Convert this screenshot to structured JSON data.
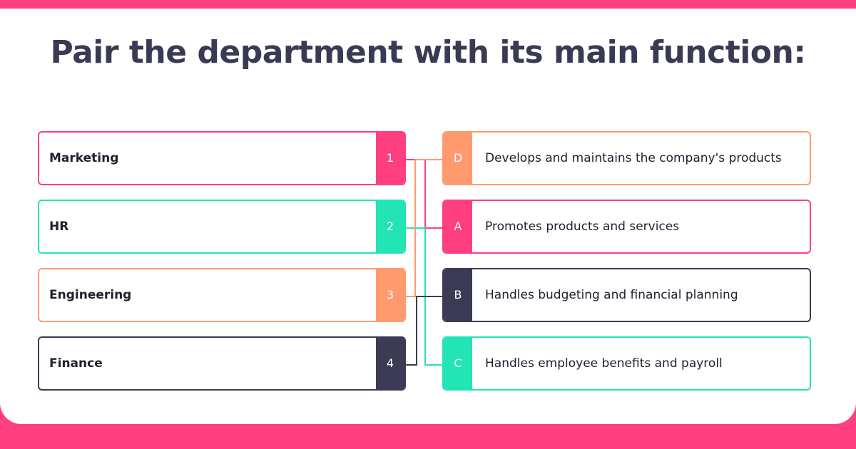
{
  "title": "Pair the department with its main function:",
  "colors": {
    "pink": "#ff3f7f",
    "teal": "#22e4b4",
    "orange": "#ff9a6e",
    "navy": "#3b3b55",
    "footer": "#ff3f7f"
  },
  "left_items": [
    {
      "label": "Marketing",
      "tag": "1",
      "color": "pink"
    },
    {
      "label": "HR",
      "tag": "2",
      "color": "teal"
    },
    {
      "label": "Engineering",
      "tag": "3",
      "color": "orange"
    },
    {
      "label": "Finance",
      "tag": "4",
      "color": "navy"
    }
  ],
  "right_items": [
    {
      "label": "Develops and maintains the company's products",
      "tag": "D",
      "color": "orange"
    },
    {
      "label": "Promotes products and services",
      "tag": "A",
      "color": "pink"
    },
    {
      "label": "Handles budgeting and financial planning",
      "tag": "B",
      "color": "navy"
    },
    {
      "label": "Handles employee benefits and payroll",
      "tag": "C",
      "color": "teal"
    }
  ],
  "pairs": [
    {
      "from": "1",
      "to": "A",
      "color": "pink"
    },
    {
      "from": "2",
      "to": "C",
      "color": "teal"
    },
    {
      "from": "3",
      "to": "D",
      "color": "orange"
    },
    {
      "from": "4",
      "to": "B",
      "color": "navy"
    }
  ]
}
